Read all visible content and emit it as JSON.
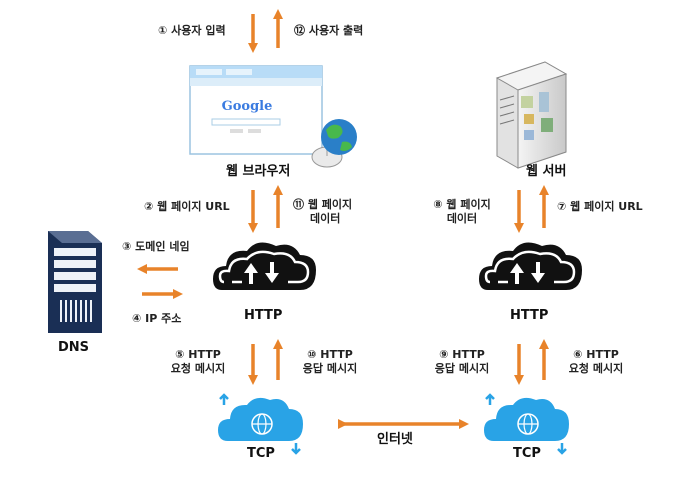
{
  "colors": {
    "arrow": "#e8832a",
    "cloud_blue": "#29a3e6",
    "cloud_black": "#111111",
    "browser_bar": "#b8dcf7"
  },
  "icons": {
    "browser": "browser-window-icon",
    "globe": "globe-mouse-icon",
    "server": "server-tower-icon",
    "dns": "dns-server-icon",
    "http": "cloud-sync-icon",
    "tcp": "cloud-network-icon"
  },
  "browser_logo": "Google",
  "nodes": {
    "web_browser": "웹 브라우저",
    "web_server": "웹 서버",
    "dns": "DNS",
    "http_left": "HTTP",
    "http_right": "HTTP",
    "tcp_left": "TCP",
    "tcp_right": "TCP",
    "internet": "인터넷"
  },
  "steps": {
    "s1": "① 사용자 입력",
    "s2": "② 웹 페이지 URL",
    "s3": "③ 도메인 네임",
    "s4": "④ IP 주소",
    "s5_line1": "⑤ HTTP",
    "s5_line2": "요청 메시지",
    "s6_line1": "⑥ HTTP",
    "s6_line2": "요청 메시지",
    "s7": "⑦ 웹 페이지 URL",
    "s8_line1": "⑧ 웹 페이지",
    "s8_line2": "데이터",
    "s9_line1": "⑨ HTTP",
    "s9_line2": "응답 메시지",
    "s10_line1": "⑩ HTTP",
    "s10_line2": "응답 메시지",
    "s11_line1": "⑪ 웹 페이지",
    "s11_line2": "데이터",
    "s12": "⑫ 사용자 출력"
  }
}
